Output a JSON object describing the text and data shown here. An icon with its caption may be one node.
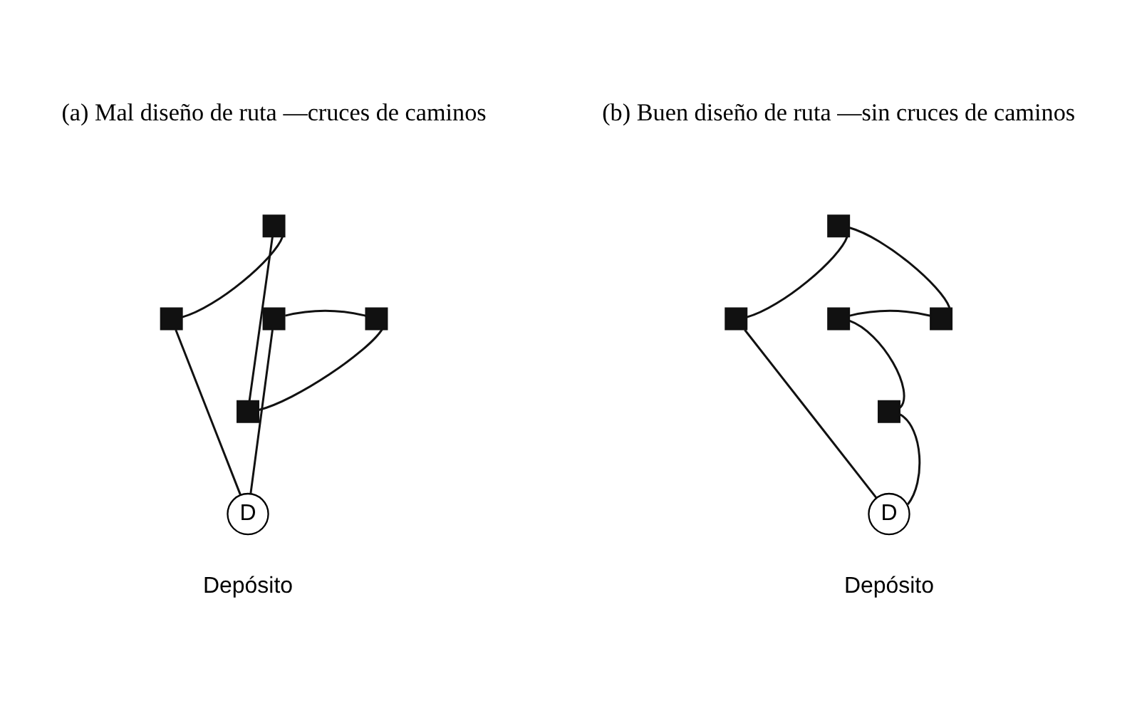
{
  "diagram": {
    "nodes": [
      {
        "text": [],
        "shape": "box"
      },
      {
        "text": [],
        "shape": "box"
      },
      {
        "text": [],
        "shape": "box"
      },
      {
        "text": [],
        "shape": "box"
      },
      {
        "text": [],
        "shape": "box"
      },
      {
        "text": [
          "D"
        ],
        "beside": [
          "Depósito"
        ]
      },
      {
        "text": [],
        "shape": "box"
      },
      {
        "text": [],
        "shape": "box"
      },
      {
        "text": [],
        "shape": "box"
      },
      {
        "text": [],
        "shape": "box"
      },
      {
        "text": [],
        "shape": "box"
      },
      {
        "text": [
          "D"
        ],
        "beside": [
          "Depósito"
        ]
      }
    ],
    "edges": [
      {
        "from": 5,
        "to": 3,
        "arrow": "none"
      },
      {
        "from": 3,
        "to": 0,
        "arrow": "none"
      },
      {
        "from": 0,
        "to": 4,
        "arrow": "none"
      },
      {
        "from": 4,
        "to": 2,
        "arrow": "none"
      },
      {
        "from": 2,
        "to": 1,
        "arrow": "none"
      },
      {
        "from": 1,
        "to": 5,
        "arrow": "none"
      },
      {
        "from": 11,
        "to": 9,
        "arrow": "none"
      },
      {
        "from": 9,
        "to": 6,
        "arrow": "none"
      },
      {
        "from": 6,
        "to": 8,
        "arrow": "none"
      },
      {
        "from": 8,
        "to": 7,
        "arrow": "none"
      },
      {
        "from": 7,
        "to": 10,
        "arrow": "none"
      },
      {
        "from": 10,
        "to": 11,
        "arrow": "none"
      }
    ],
    "labels": [
      "(a) Mal diseño de ruta —cruces de caminos",
      "(b) Buen diseño de ruta —sin cruces de caminos"
    ]
  }
}
